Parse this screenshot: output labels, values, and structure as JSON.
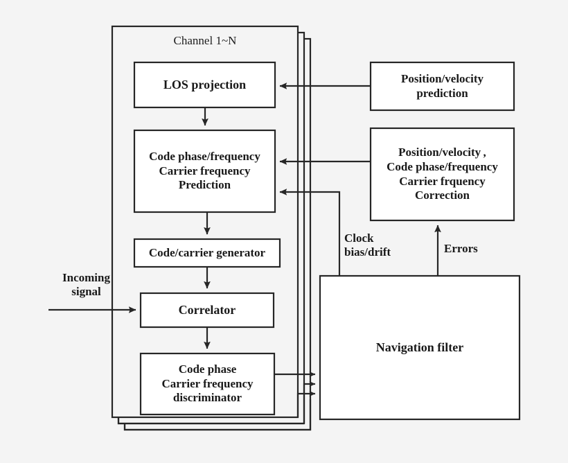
{
  "figure": {
    "type": "block-diagram",
    "background_color": "#f4f4f4",
    "line_color": "#262626",
    "box_fill": "#ffffff",
    "text_color": "#191919"
  },
  "group": {
    "title": "Channel 1~N",
    "note": "stack of N identical channel blocks drawn as offset rectangles"
  },
  "blocks": {
    "los_projection": {
      "label": "LOS projection"
    },
    "code_phase_prediction": {
      "line1": "Code phase/frequency",
      "line2": "Carrier frequency",
      "line3": "Prediction"
    },
    "code_carrier_generator": {
      "label": "Code/carrier generator"
    },
    "correlator": {
      "label": "Correlator"
    },
    "discriminator": {
      "line1": "Code phase",
      "line2": "Carrier frequency",
      "line3": "discriminator"
    },
    "position_velocity_prediction": {
      "line1": "Position/velocity",
      "line2": "prediction"
    },
    "correction": {
      "line1": "Position/velocity ,",
      "line2": "Code phase/frequency",
      "line3": "Carrier frquency",
      "line4": "Correction"
    },
    "navigation_filter": {
      "label": "Navigation filter"
    }
  },
  "signal_labels": {
    "incoming_signal": {
      "line1": "Incoming",
      "line2": "signal"
    },
    "clock_bias_drift": {
      "line1": "Clock",
      "line2": "bias/drift"
    },
    "errors": {
      "label": "Errors"
    }
  },
  "connections": [
    {
      "from": "incoming-signal-source",
      "to": "correlator",
      "kind": "arrow"
    },
    {
      "from": "los_projection",
      "to": "code_phase_prediction",
      "kind": "arrow"
    },
    {
      "from": "code_phase_prediction",
      "to": "code_carrier_generator",
      "kind": "arrow"
    },
    {
      "from": "code_carrier_generator",
      "to": "correlator",
      "kind": "arrow"
    },
    {
      "from": "correlator",
      "to": "discriminator",
      "kind": "arrow"
    },
    {
      "from": "discriminator",
      "to": "navigation_filter",
      "kind": "arrow-triple"
    },
    {
      "from": "navigation_filter",
      "to": "correction",
      "kind": "arrow",
      "label": "Errors"
    },
    {
      "from": "correction",
      "to": "position_velocity_prediction",
      "kind": "arrow"
    },
    {
      "from": "position_velocity_prediction",
      "to": "los_projection",
      "kind": "arrow"
    },
    {
      "from": "correction",
      "to": "code_phase_prediction",
      "kind": "arrow"
    },
    {
      "from": "navigation_filter",
      "to": "code_phase_prediction",
      "kind": "arrow",
      "label": "Clock bias/drift"
    }
  ]
}
